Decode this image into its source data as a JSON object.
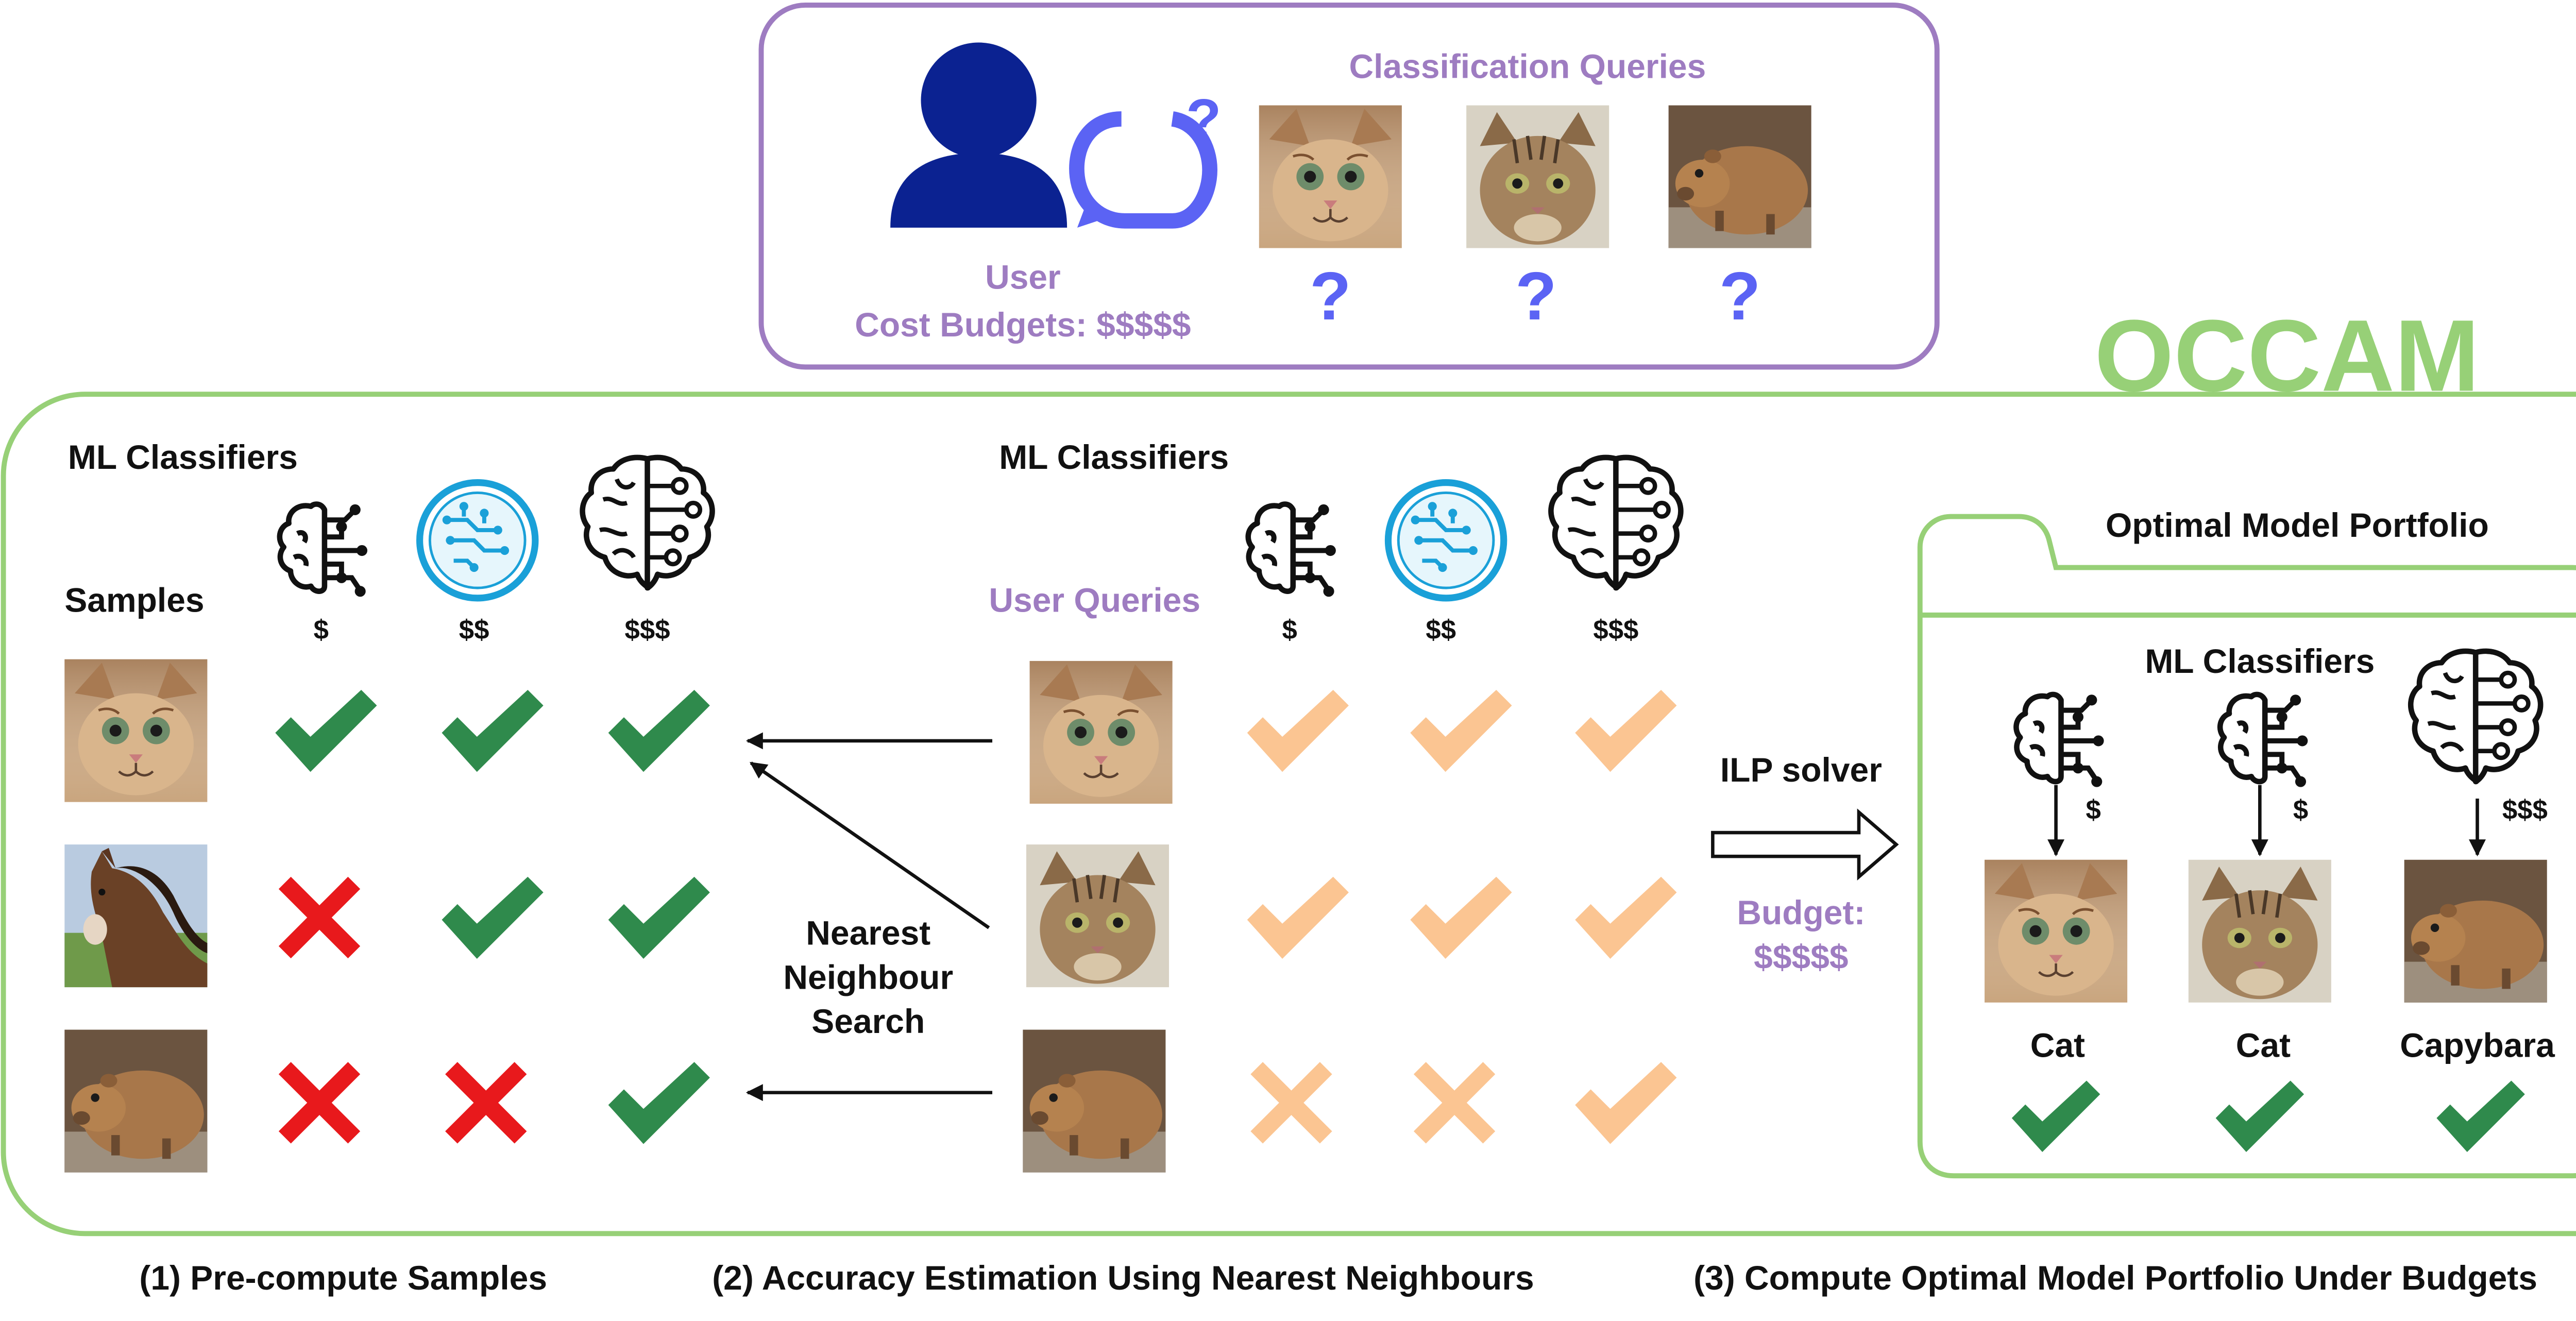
{
  "top_panel": {
    "header": "Classification Queries",
    "user_label": "User",
    "budget_label": "Cost Budgets: $$$$$",
    "query_marks": [
      "?",
      "?",
      "?"
    ],
    "query_images": [
      "cat-kitten-photo",
      "tabby-cat-photo",
      "capybara-photo"
    ]
  },
  "system_title": "OCCAM",
  "section1": {
    "classifiers_header": "ML Classifiers",
    "samples_header": "Samples",
    "costs": [
      "$",
      "$$",
      "$$$"
    ],
    "sample_images": [
      "kitten-photo",
      "horse-photo",
      "capybara-photo"
    ],
    "results": [
      [
        "correct",
        "correct",
        "correct"
      ],
      [
        "wrong",
        "correct",
        "correct"
      ],
      [
        "wrong",
        "wrong",
        "correct"
      ]
    ]
  },
  "section2": {
    "classifiers_header": "ML Classifiers",
    "queries_header": "User Queries",
    "costs": [
      "$",
      "$$",
      "$$$"
    ],
    "nn_label": [
      "Nearest",
      "Neighbour",
      "Search"
    ],
    "query_images": [
      "cat-kitten-photo",
      "tabby-cat-photo",
      "capybara-photo"
    ],
    "estimates": [
      [
        "correct",
        "correct",
        "correct"
      ],
      [
        "correct",
        "correct",
        "correct"
      ],
      [
        "wrong",
        "wrong",
        "correct"
      ]
    ]
  },
  "solver": {
    "label": "ILP solver",
    "budget_label": "Budget:",
    "budget_value": "$$$$$"
  },
  "section3": {
    "folder_title": "Optimal Model Portfolio",
    "classifiers_header": "ML Classifiers",
    "costs": [
      "$",
      "$",
      "$$$"
    ],
    "predictions": [
      "Cat",
      "Cat",
      "Capybara"
    ]
  },
  "captions": [
    "(1) Pre-compute Samples",
    "(2) Accuracy Estimation Using Nearest Neighbours",
    "(3) Compute Optimal Model Portfolio Under Budgets"
  ],
  "colors": {
    "purple": "#9e7cc1",
    "green": "#97d077",
    "navy": "#0b2291",
    "accent_blue": "#5b63f4",
    "check_green": "#2f8a4c",
    "cross_red": "#e8191c",
    "estimate_orange": "#fbc592",
    "ai_blue": "#1aa0d8"
  }
}
